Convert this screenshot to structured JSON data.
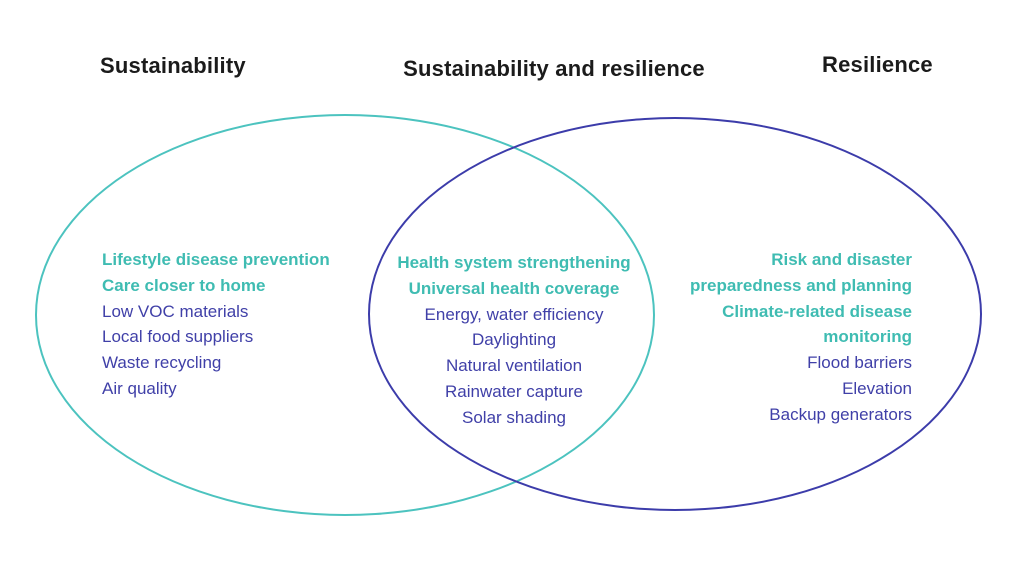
{
  "diagram": {
    "type": "venn",
    "titles": {
      "left": "Sustainability",
      "center": "Sustainability and resilience",
      "right": "Resilience"
    },
    "colors": {
      "teal_text": "#3fbcb2",
      "teal_stroke": "#4cc3bf",
      "indigo_text": "#4040a8",
      "indigo_stroke": "#3c3caa",
      "title": "#1b1b1b",
      "background": "#ffffff"
    },
    "groups": {
      "left": {
        "label": "Sustainability only",
        "items": [
          {
            "text": "Lifestyle disease prevention",
            "color": "teal"
          },
          {
            "text": "Care closer to home",
            "color": "teal"
          },
          {
            "text": "Low VOC materials",
            "color": "indigo"
          },
          {
            "text": "Local food suppliers",
            "color": "indigo"
          },
          {
            "text": "Waste recycling",
            "color": "indigo"
          },
          {
            "text": "Air quality",
            "color": "indigo"
          }
        ]
      },
      "center": {
        "label": "Sustainability and resilience overlap",
        "items": [
          {
            "text": "Health system strengthening",
            "color": "teal"
          },
          {
            "text": "Universal health coverage",
            "color": "teal"
          },
          {
            "text": "Energy, water efficiency",
            "color": "indigo"
          },
          {
            "text": "Daylighting",
            "color": "indigo"
          },
          {
            "text": "Natural ventilation",
            "color": "indigo"
          },
          {
            "text": "Rainwater capture",
            "color": "indigo"
          },
          {
            "text": "Solar shading",
            "color": "indigo"
          }
        ]
      },
      "right": {
        "label": "Resilience only",
        "items": [
          {
            "text": "Risk and disaster\npreparedness and planning",
            "color": "teal"
          },
          {
            "text": "Climate-related disease\nmonitoring",
            "color": "teal"
          },
          {
            "text": "Flood barriers",
            "color": "indigo"
          },
          {
            "text": "Elevation",
            "color": "indigo"
          },
          {
            "text": "Backup generators",
            "color": "indigo"
          }
        ]
      }
    }
  }
}
